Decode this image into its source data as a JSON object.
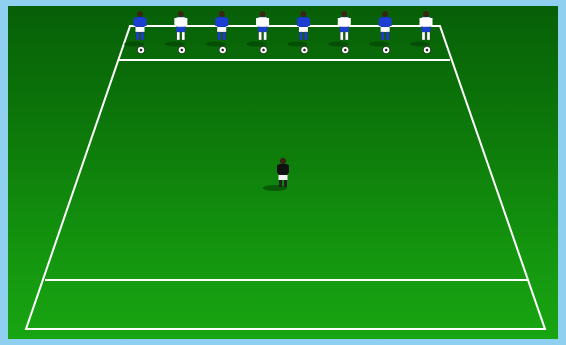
{
  "scene": {
    "colors": {
      "border": "#8fd0f0",
      "grass_dark": "#075f07",
      "grass_light": "#18a512",
      "lines": "#ffffff",
      "team_blue": "#1d3fd1",
      "team_white": "#ffffff",
      "keeper": "#111111"
    },
    "players_top_row": [
      {
        "kit": "blue",
        "has_ball": true
      },
      {
        "kit": "white",
        "has_ball": true
      },
      {
        "kit": "blue",
        "has_ball": true
      },
      {
        "kit": "white",
        "has_ball": true
      },
      {
        "kit": "blue",
        "has_ball": true
      },
      {
        "kit": "white",
        "has_ball": true
      },
      {
        "kit": "blue",
        "has_ball": true
      },
      {
        "kit": "white",
        "has_ball": true
      }
    ],
    "center_player": {
      "kit": "black",
      "has_ball": false
    }
  }
}
